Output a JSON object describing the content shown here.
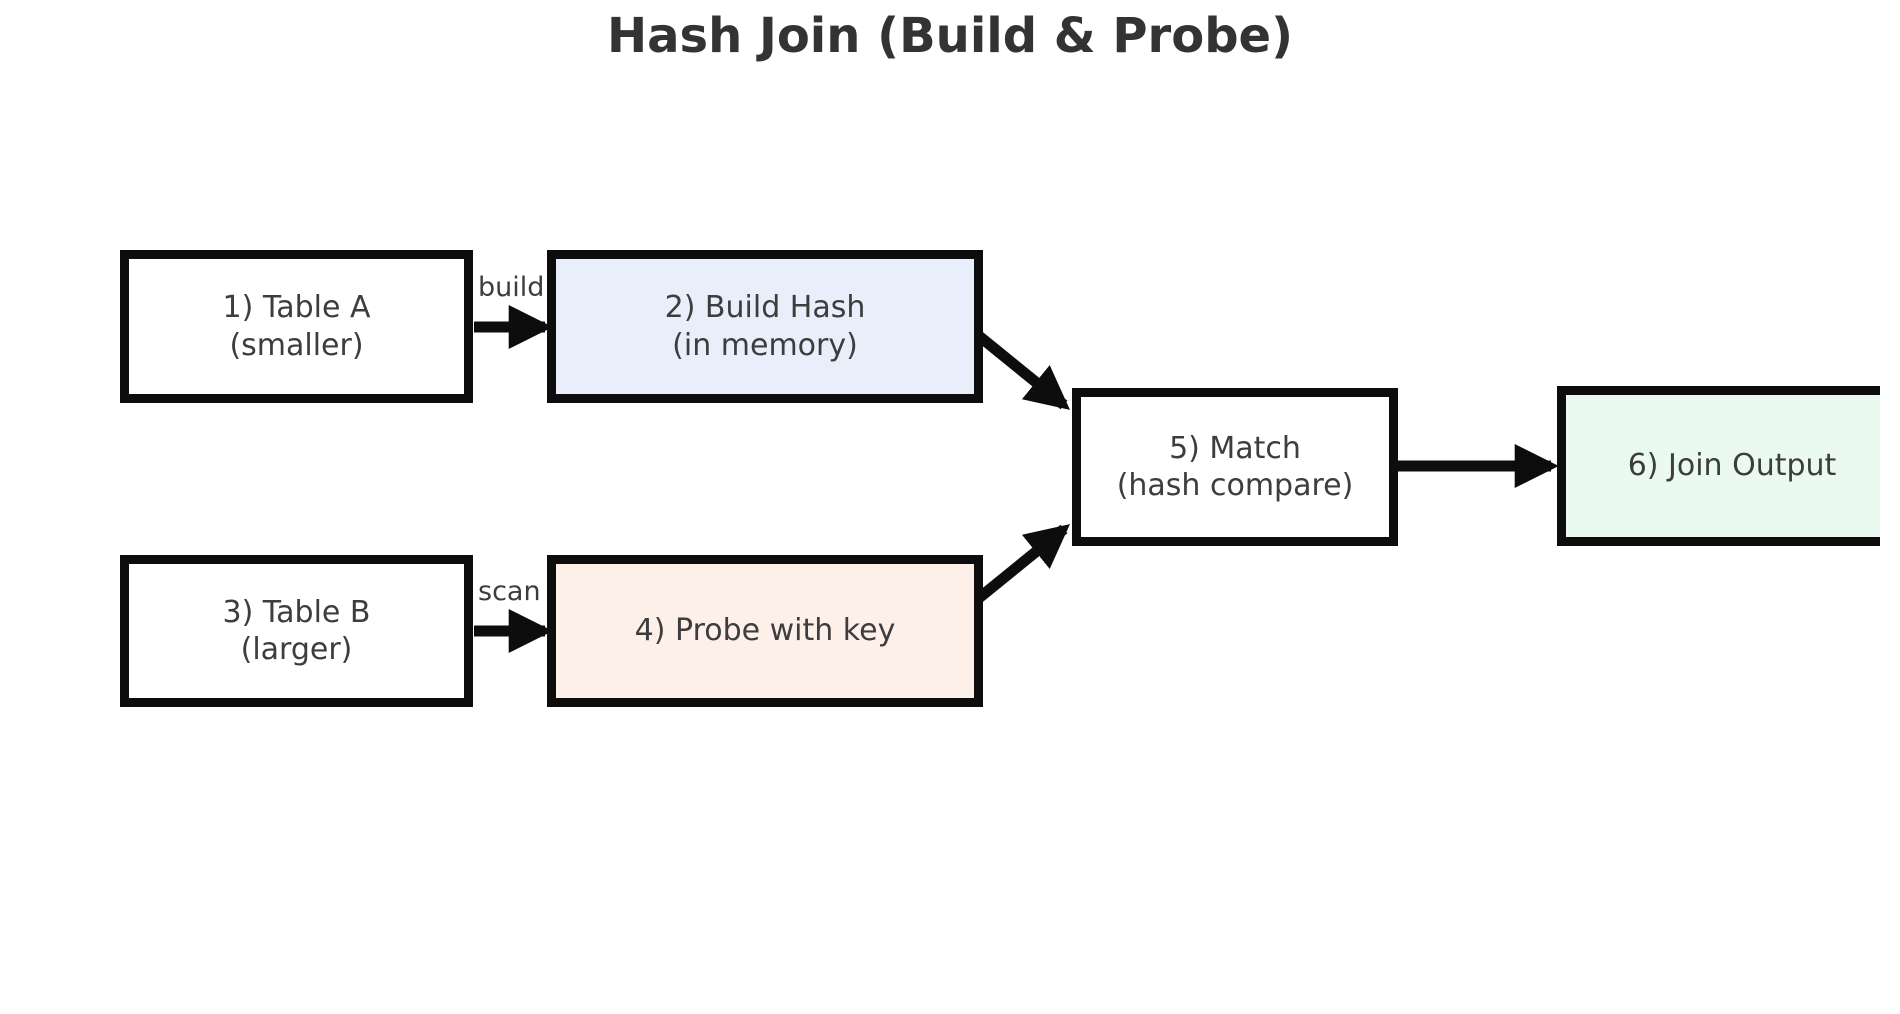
{
  "title": "Hash Join (Build & Probe)",
  "nodes": [
    {
      "id": "table-a",
      "line1": "1) Table A",
      "line2": "(smaller)",
      "fill": "#ffffff"
    },
    {
      "id": "build-hash",
      "line1": "2) Build Hash",
      "line2": "(in memory)",
      "fill": "#e9eefb"
    },
    {
      "id": "table-b",
      "line1": "3) Table B",
      "line2": "(larger)",
      "fill": "#ffffff"
    },
    {
      "id": "probe",
      "line1": "4) Probe with key",
      "line2": "",
      "fill": "#fdf0e9"
    },
    {
      "id": "match",
      "line1": "5) Match",
      "line2": "(hash compare)",
      "fill": "#ffffff"
    },
    {
      "id": "join-output",
      "line1": "6) Join Output",
      "line2": "",
      "fill": "#ebfaf1"
    }
  ],
  "edges": [
    {
      "from": "1) Table A",
      "to": "2) Build Hash",
      "label": "build"
    },
    {
      "from": "3) Table B",
      "to": "4) Probe with key",
      "label": "scan"
    },
    {
      "from": "2) Build Hash",
      "to": "5) Match",
      "label": ""
    },
    {
      "from": "4) Probe with key",
      "to": "5) Match",
      "label": ""
    },
    {
      "from": "5) Match",
      "to": "6) Join Output",
      "label": ""
    }
  ],
  "colors": {
    "border": "#0d0d0d",
    "arrow": "#0d0d0d",
    "node_text": "#3d3d3d",
    "title_text": "#333333",
    "build_hash_fill": "#e9eefb",
    "probe_fill": "#fdf0e9",
    "join_output_fill": "#ebfaf1",
    "plain_fill": "#ffffff",
    "background": "#ffffff"
  }
}
